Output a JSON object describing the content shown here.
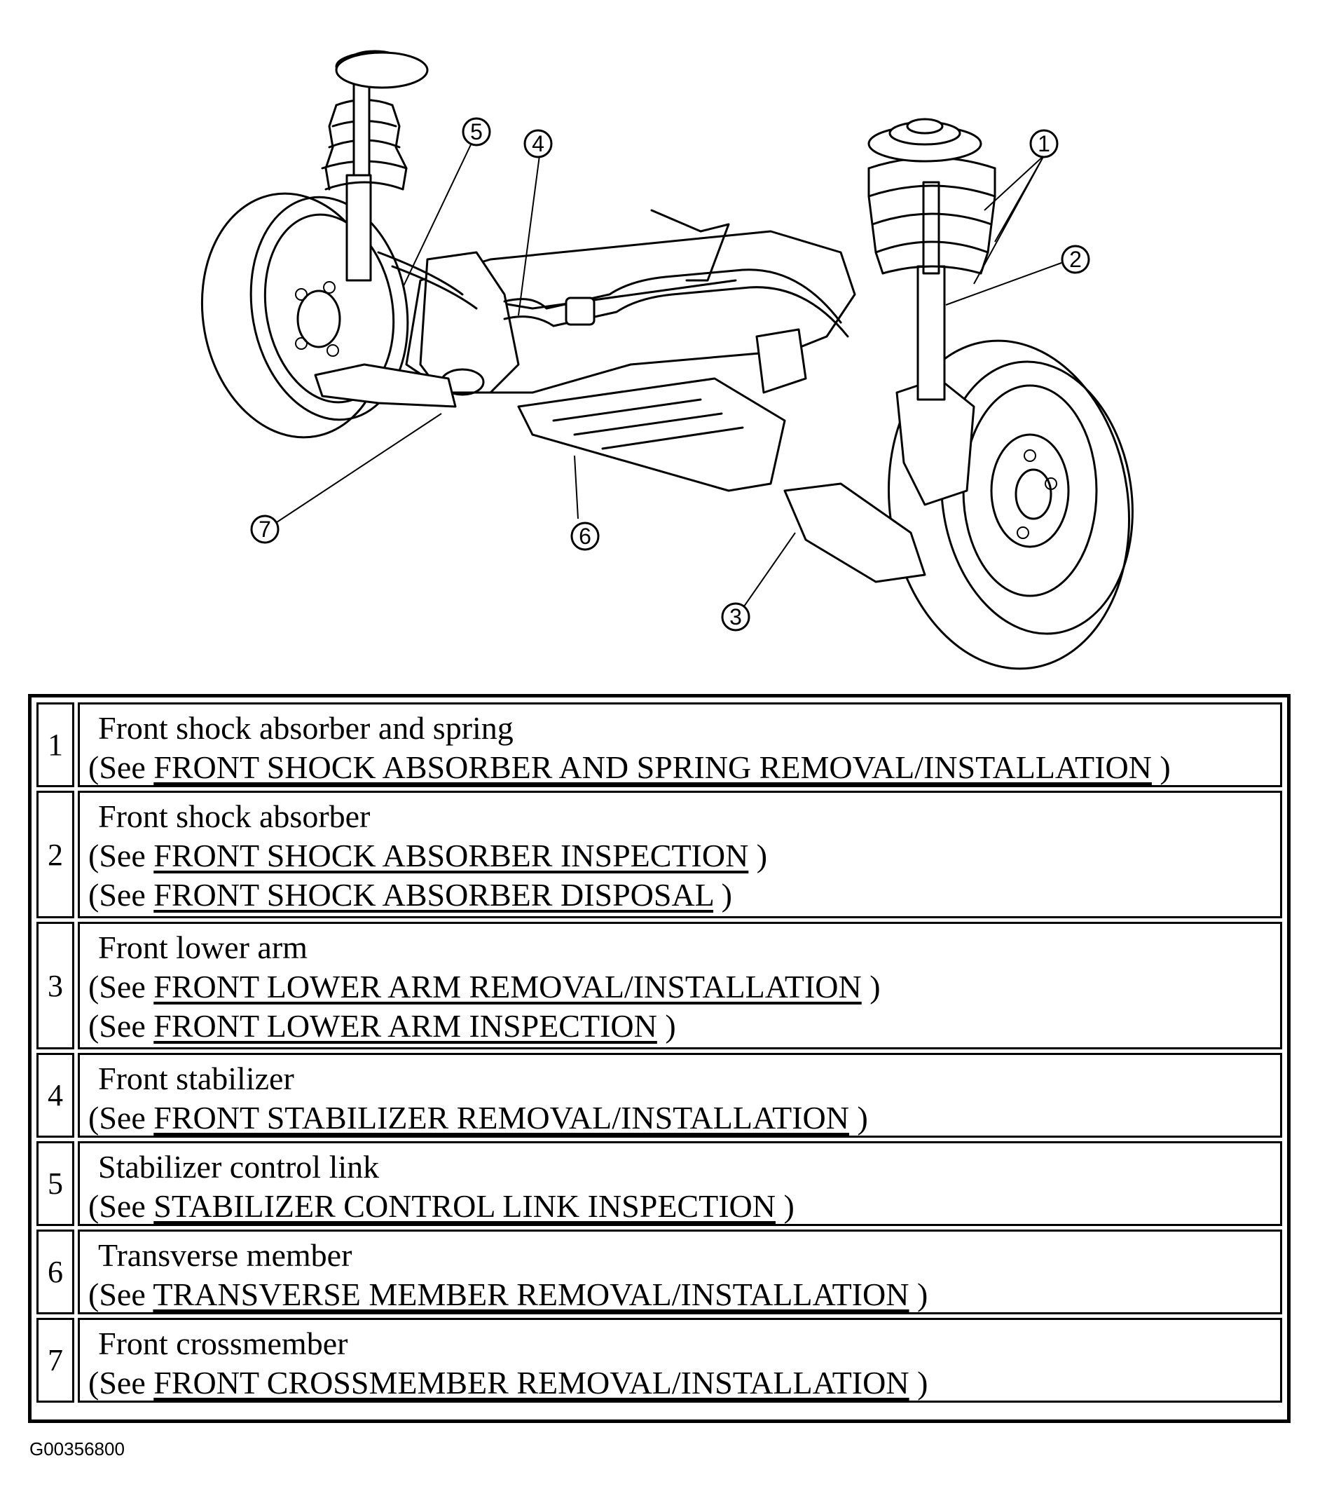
{
  "callouts": [
    "1",
    "2",
    "3",
    "4",
    "5",
    "6",
    "7"
  ],
  "legend": [
    {
      "number": "1",
      "title": "Front shock absorber and spring",
      "refs": [
        {
          "prefix": "(See ",
          "link": "FRONT SHOCK ABSORBER AND SPRING REMOVAL/INSTALLATION",
          "suffix": " )"
        }
      ]
    },
    {
      "number": "2",
      "title": "Front shock absorber",
      "refs": [
        {
          "prefix": "(See ",
          "link": "FRONT SHOCK ABSORBER INSPECTION",
          "suffix": " )"
        },
        {
          "prefix": "(See ",
          "link": "FRONT SHOCK ABSORBER DISPOSAL",
          "suffix": " )"
        }
      ]
    },
    {
      "number": "3",
      "title": "Front lower arm",
      "refs": [
        {
          "prefix": "(See ",
          "link": "FRONT LOWER ARM REMOVAL/INSTALLATION",
          "suffix": " )"
        },
        {
          "prefix": "(See ",
          "link": "FRONT LOWER ARM INSPECTION",
          "suffix": " )"
        }
      ]
    },
    {
      "number": "4",
      "title": "Front stabilizer",
      "refs": [
        {
          "prefix": "(See ",
          "link": "FRONT STABILIZER REMOVAL/INSTALLATION",
          "suffix": " )"
        }
      ]
    },
    {
      "number": "5",
      "title": "Stabilizer control link",
      "refs": [
        {
          "prefix": "(See ",
          "link": "STABILIZER CONTROL LINK INSPECTION",
          "suffix": " )"
        }
      ]
    },
    {
      "number": "6",
      "title": "Transverse member",
      "refs": [
        {
          "prefix": "(See ",
          "link": "TRANSVERSE MEMBER REMOVAL/INSTALLATION",
          "suffix": " )"
        }
      ]
    },
    {
      "number": "7",
      "title": "Front crossmember",
      "refs": [
        {
          "prefix": "(See ",
          "link": "FRONT CROSSMEMBER REMOVAL/INSTALLATION",
          "suffix": " )"
        }
      ]
    }
  ],
  "figure_code": "G00356800"
}
